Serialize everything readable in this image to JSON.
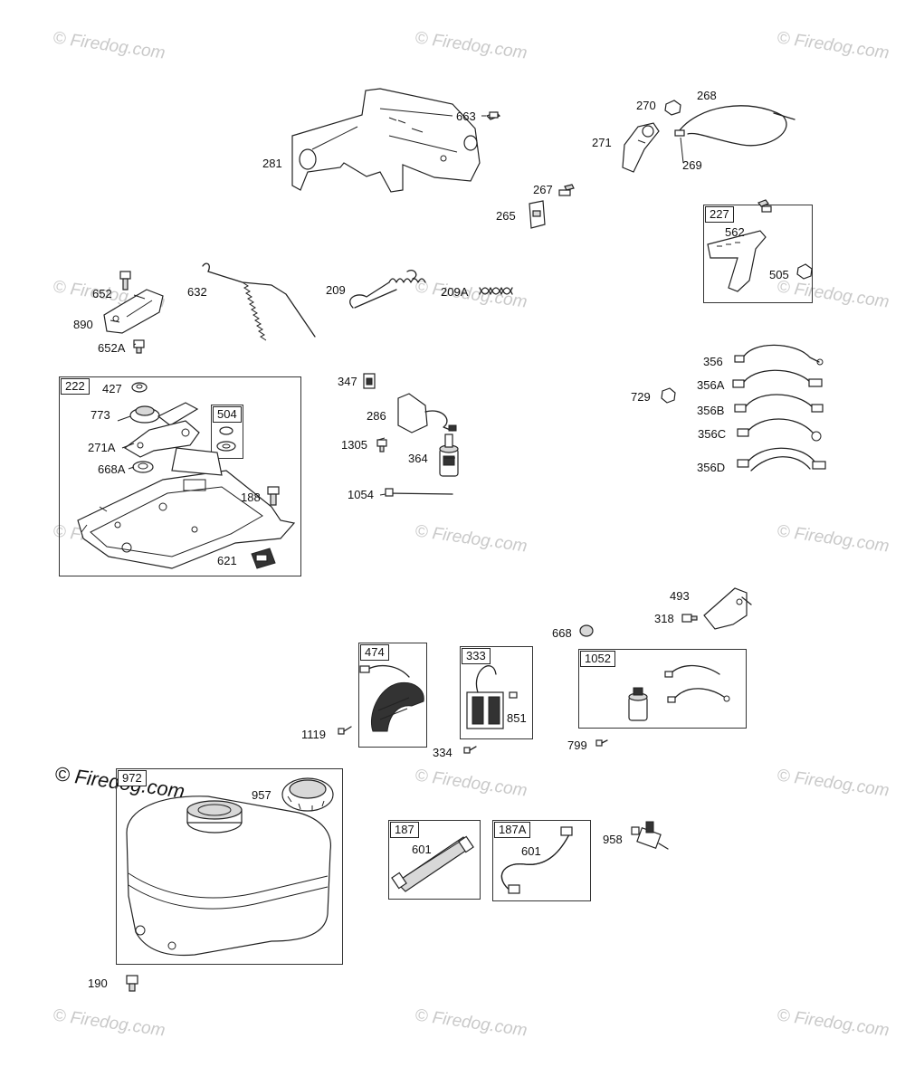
{
  "watermark_text": "© Firedog.com",
  "watermark_prominent": "© Firedog.com",
  "labels": {
    "p663": "663",
    "p281": "281",
    "p270": "270",
    "p268": "268",
    "p271": "271",
    "p269": "269",
    "p267": "267",
    "p265": "265",
    "p562": "562",
    "p505": "505",
    "p652": "652",
    "p890": "890",
    "p652A": "652A",
    "p632": "632",
    "p209": "209",
    "p209A": "209A",
    "p427": "427",
    "p773": "773",
    "p271A": "271A",
    "p668A": "668A",
    "p188": "188",
    "p621": "621",
    "p347": "347",
    "p286": "286",
    "p1305": "1305",
    "p364": "364",
    "p1054": "1054",
    "p729": "729",
    "p356": "356",
    "p356A": "356A",
    "p356B": "356B",
    "p356C": "356C",
    "p356D": "356D",
    "p493": "493",
    "p318": "318",
    "p668": "668",
    "p1119": "1119",
    "p851": "851",
    "p334": "334",
    "p799": "799",
    "p957": "957",
    "p190": "190",
    "p601a": "601",
    "p601b": "601",
    "p958": "958"
  },
  "kits": {
    "k227": "227",
    "k222": "222",
    "k504": "504",
    "k474": "474",
    "k333": "333",
    "k1052": "1052",
    "k972": "972",
    "k187": "187",
    "k187A": "187A"
  }
}
